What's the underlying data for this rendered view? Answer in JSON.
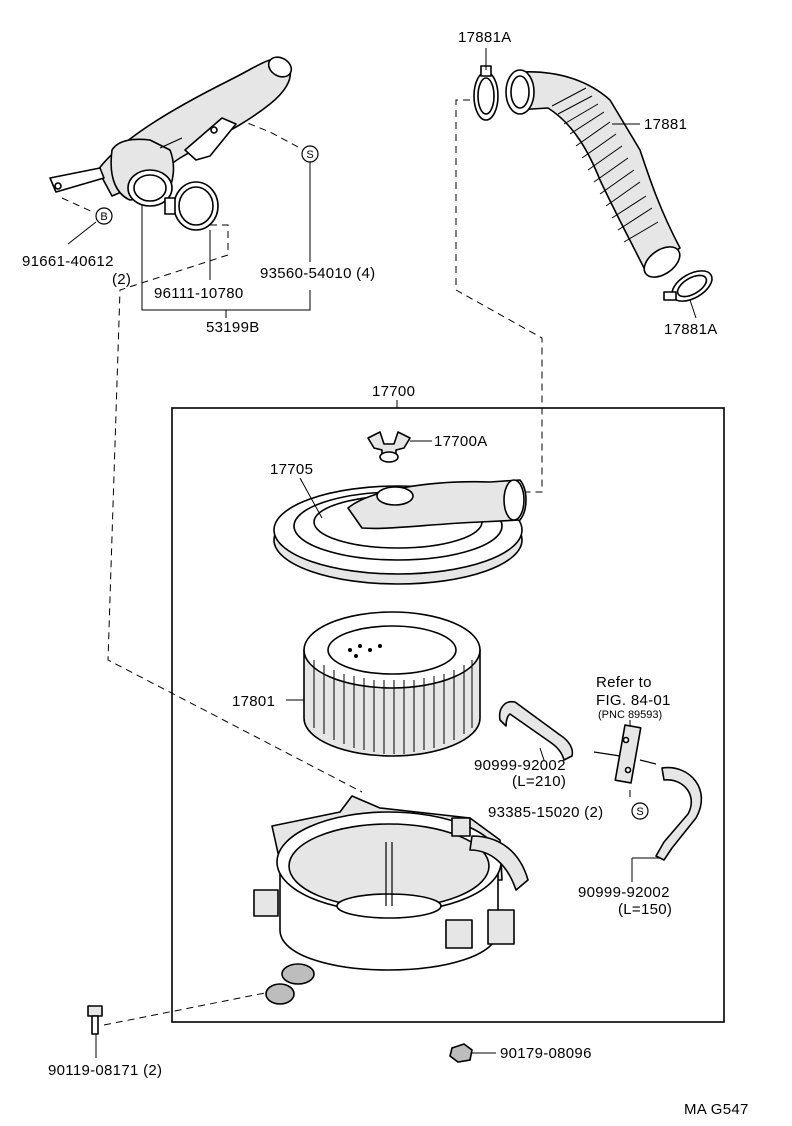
{
  "labels": {
    "p17881A_top": "17881A",
    "p17881": "17881",
    "p17881A_bottom": "17881A",
    "p91661": "91661-40612",
    "p91661_qty": "(2)",
    "p96111": "96111-10780",
    "p93560": "93560-54010 (4)",
    "p53199B": "53199B",
    "p17700": "17700",
    "p17700A": "17700A",
    "p17705": "17705",
    "p17801": "17801",
    "refer_to": "Refer to",
    "fig_ref": "FIG. 84-01",
    "pnc_ref": "(PNC 89593)",
    "p90999_a": "90999-92002",
    "p90999_a_len": "(L=210)",
    "p93385": "93385-15020 (2)",
    "p90999_b": "90999-92002",
    "p90999_b_len": "(L=150)",
    "p90119": "90119-08171 (2)",
    "p90179": "90179-08096",
    "drawing_code": "MA G547"
  },
  "markers": {
    "s_top": "S",
    "b_left": "B",
    "s_right": "S"
  }
}
